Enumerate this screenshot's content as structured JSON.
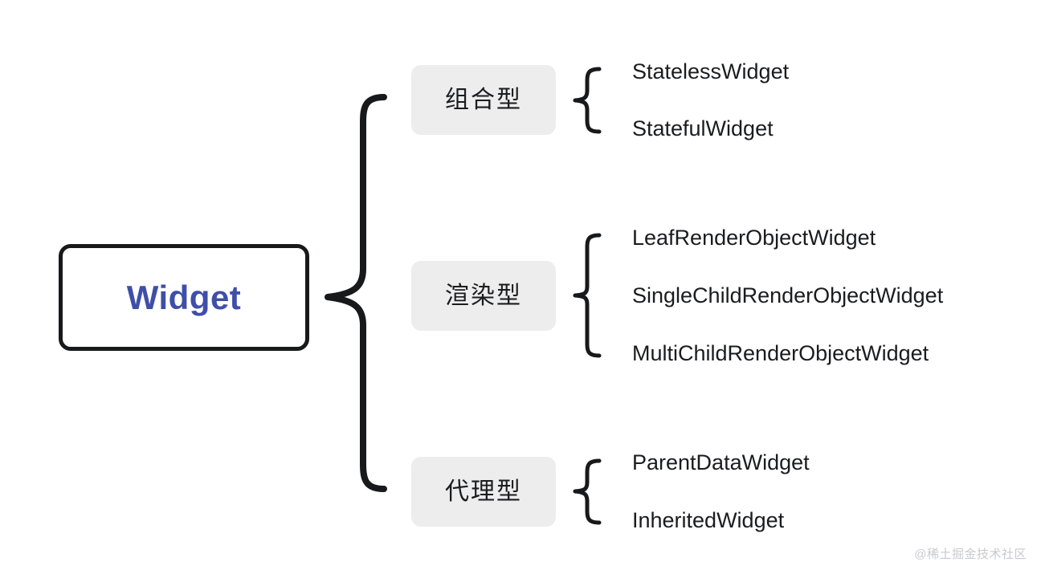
{
  "diagram": {
    "title": "Widget",
    "root": {
      "label": "Widget",
      "text_color": "#3f4fa8",
      "border_color": "#18191b"
    },
    "chip_bg": "#ededee",
    "groups": [
      {
        "label": "组合型",
        "items": [
          "StatelessWidget",
          "StatefulWidget"
        ]
      },
      {
        "label": "渲染型",
        "items": [
          "LeafRenderObjectWidget",
          "SingleChildRenderObjectWidget",
          "MultiChildRenderObjectWidget"
        ]
      },
      {
        "label": "代理型",
        "items": [
          "ParentDataWidget",
          "InheritedWidget"
        ]
      }
    ]
  },
  "watermark": {
    "text": "@稀土掘金技术社区"
  }
}
